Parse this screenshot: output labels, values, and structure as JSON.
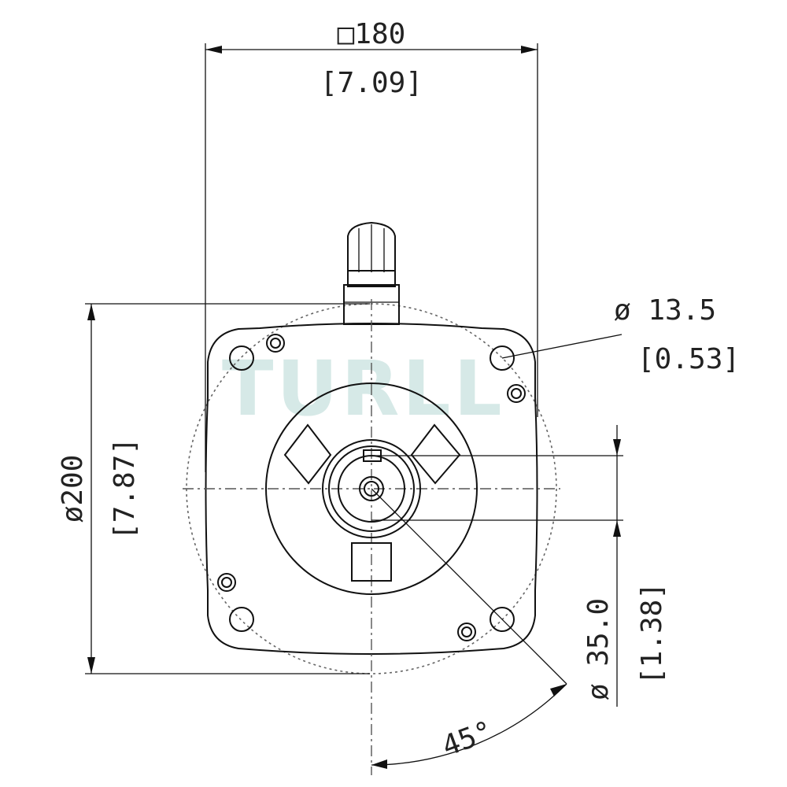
{
  "watermark": "TURLL",
  "dimensions": {
    "flange_square": "□180",
    "flange_square_inch": "[7.09]",
    "hole_diameter": "ø 13.5",
    "hole_diameter_inch": "[0.53]",
    "pilot_diameter": "ø200",
    "pilot_diameter_inch": "[7.87]",
    "shaft_diameter": "ø 35.0",
    "shaft_diameter_inch": "[1.38]",
    "angle": "45°"
  },
  "colors": {
    "line": "#111111",
    "watermark": "#cfe6e3"
  }
}
